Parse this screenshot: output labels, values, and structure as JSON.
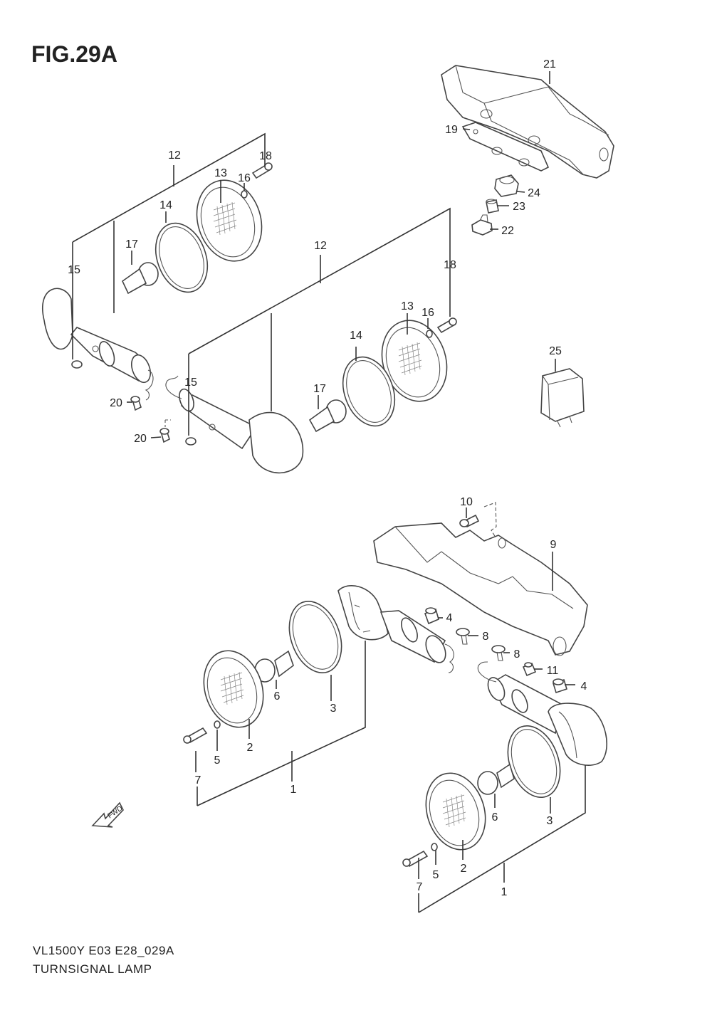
{
  "figure": {
    "title": "FIG.29A",
    "model_code": "VL1500Y E03 E28_029A",
    "caption": "TURNSIGNAL LAMP",
    "fwd_label": "FWD"
  },
  "callouts": [
    {
      "id": "c1a",
      "label": "1"
    },
    {
      "id": "c1b",
      "label": "1"
    },
    {
      "id": "c2a",
      "label": "2"
    },
    {
      "id": "c2b",
      "label": "2"
    },
    {
      "id": "c3a",
      "label": "3"
    },
    {
      "id": "c3b",
      "label": "3"
    },
    {
      "id": "c4a",
      "label": "4"
    },
    {
      "id": "c4b",
      "label": "4"
    },
    {
      "id": "c5a",
      "label": "5"
    },
    {
      "id": "c5b",
      "label": "5"
    },
    {
      "id": "c6a",
      "label": "6"
    },
    {
      "id": "c6b",
      "label": "6"
    },
    {
      "id": "c7a",
      "label": "7"
    },
    {
      "id": "c7b",
      "label": "7"
    },
    {
      "id": "c8a",
      "label": "8"
    },
    {
      "id": "c8b",
      "label": "8"
    },
    {
      "id": "c9",
      "label": "9"
    },
    {
      "id": "c10",
      "label": "10"
    },
    {
      "id": "c11",
      "label": "11"
    },
    {
      "id": "c12a",
      "label": "12"
    },
    {
      "id": "c12b",
      "label": "12"
    },
    {
      "id": "c13a",
      "label": "13"
    },
    {
      "id": "c13b",
      "label": "13"
    },
    {
      "id": "c14a",
      "label": "14"
    },
    {
      "id": "c14b",
      "label": "14"
    },
    {
      "id": "c15a",
      "label": "15"
    },
    {
      "id": "c15b",
      "label": "15"
    },
    {
      "id": "c16a",
      "label": "16"
    },
    {
      "id": "c16b",
      "label": "16"
    },
    {
      "id": "c17a",
      "label": "17"
    },
    {
      "id": "c17b",
      "label": "17"
    },
    {
      "id": "c18a",
      "label": "18"
    },
    {
      "id": "c18b",
      "label": "18"
    },
    {
      "id": "c19",
      "label": "19"
    },
    {
      "id": "c20a",
      "label": "20"
    },
    {
      "id": "c20b",
      "label": "20"
    },
    {
      "id": "c21",
      "label": "21"
    },
    {
      "id": "c22",
      "label": "22"
    },
    {
      "id": "c23",
      "label": "23"
    },
    {
      "id": "c24",
      "label": "24"
    },
    {
      "id": "c25",
      "label": "25"
    }
  ]
}
